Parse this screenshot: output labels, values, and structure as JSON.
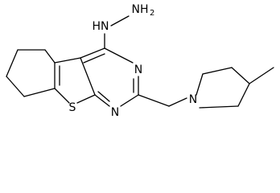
{
  "atoms": {
    "hydrazine_NH": "N",
    "hydrazine_H": "H",
    "hydrazine_NH2": "NH",
    "hydrazine_NH2_sub": "2",
    "pyrimidine_N_upper": "N",
    "pyrimidine_N_lower": "N",
    "thiophene_S": "S",
    "piperidine_N": "N"
  },
  "colors": {
    "bond": "#000000",
    "text": "#000000",
    "background": "#ffffff"
  }
}
